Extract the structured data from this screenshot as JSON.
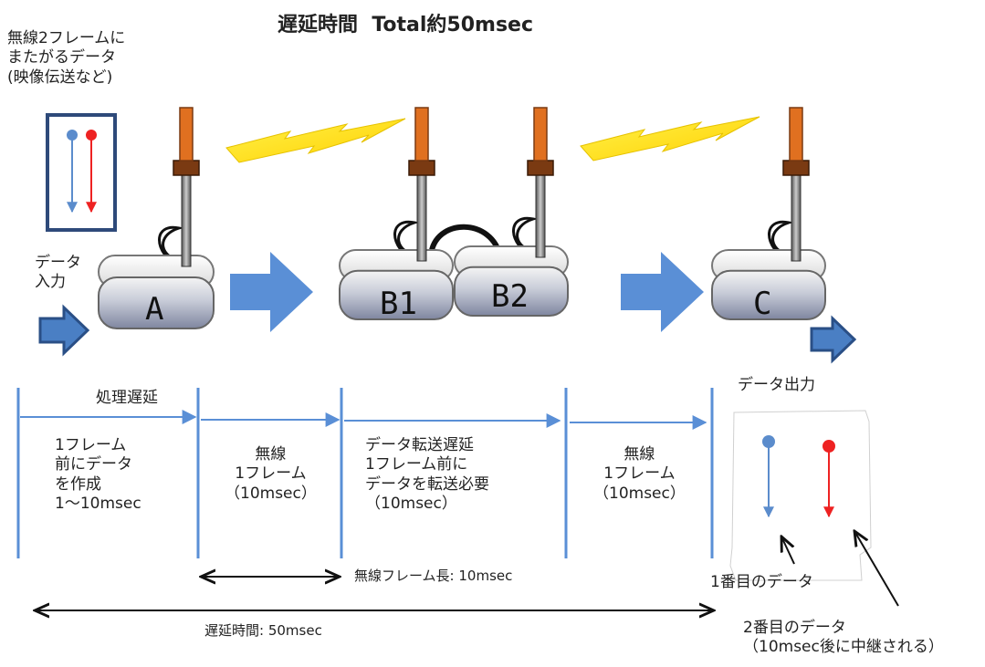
{
  "title": "遅延時間  Total約50msec",
  "data_note": "無線2フレームに\nまたがるデータ\n(映像伝送など)",
  "data_input": "データ\n入力",
  "units": {
    "a": "A",
    "b1": "B1",
    "b2": "B2",
    "c": "C"
  },
  "phases": {
    "processing_label": "処理遅延",
    "processing": "1フレーム\n前にデータ\nを作成\n1～10msec",
    "wireless1": "無線\n1フレーム\n（10msec）",
    "transfer": "データ転送遅延\n1フレーム前に\nデータを転送必要\n（10msec）",
    "wireless2": "無線\n1フレーム\n（10msec）"
  },
  "data_output": "データ出力",
  "frame_length": "無線フレーム長: 10msec",
  "total_delay": "遅延時間: 50msec",
  "first_data": "1番目のデータ",
  "second_data": "2番目のデータ\n（10msec後に中継される）",
  "colors": {
    "series_first": "#5b8ccc",
    "series_second": "#ee2222",
    "arrow_fill": "#5a8fd6",
    "antenna": "#e07020",
    "lightning": "#ffee00"
  }
}
